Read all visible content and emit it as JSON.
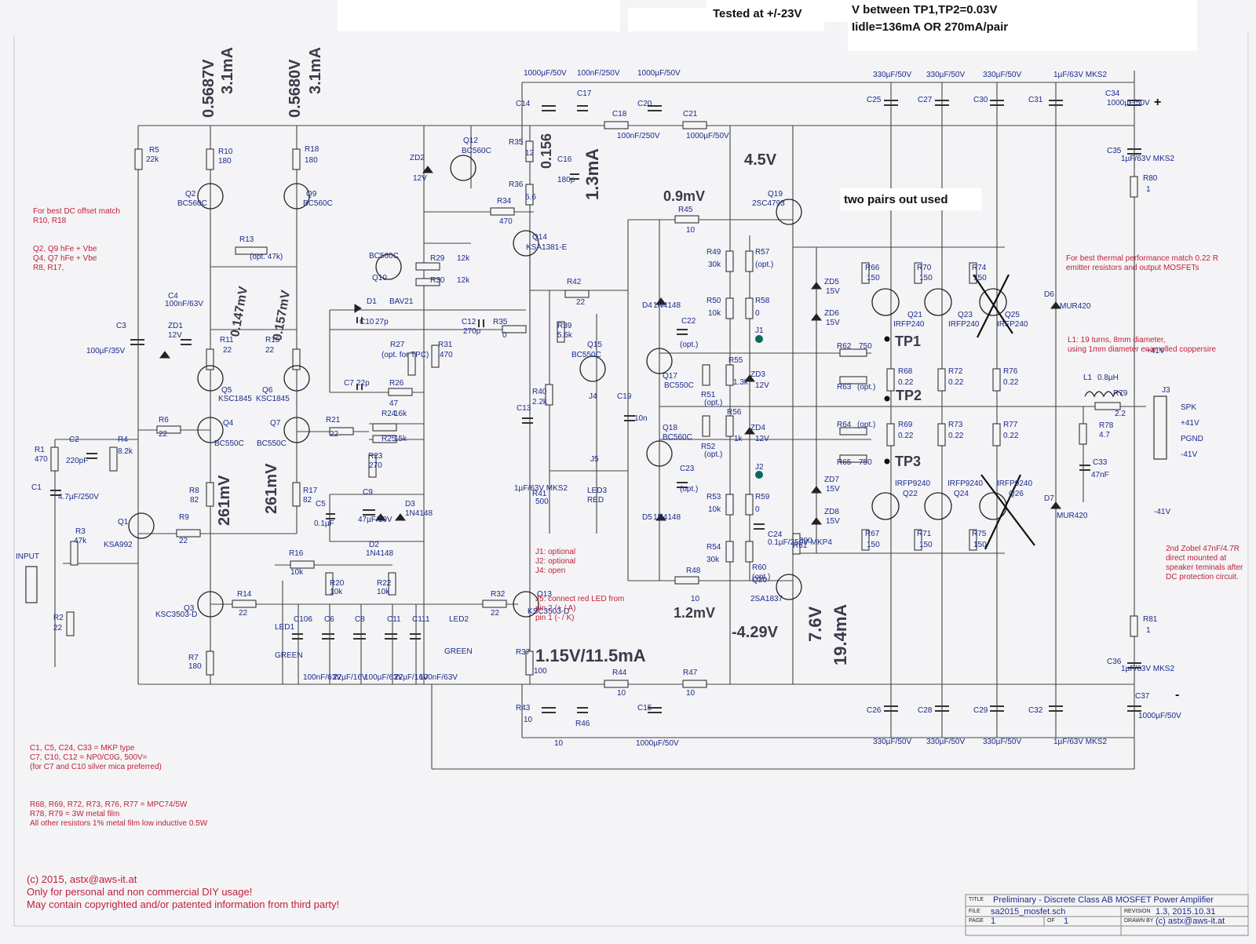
{
  "header": {
    "tested_at": "Tested at +/-23V",
    "v_between_tp": "V between TP1,TP2=0.03V",
    "idle_current": "Iidle=136mA OR 270mA/pair",
    "two_pairs": "two pairs out used"
  },
  "notes": {
    "dc_offset": [
      "For best DC offset match",
      "",
      "R10, R18",
      "Q2, Q9 hFe + Vbe",
      "Q4, Q7 hFe + Vbe",
      "R8, R17,"
    ],
    "thermal": [
      "For best thermal performance match 0.22 R",
      "emitter resistors and output MOSFETs"
    ],
    "coil": [
      "L1: 19 turns, 8mm diameter,",
      "using 1mm diameter enamelled coppersire"
    ],
    "zobel": [
      "2nd Zobel 47nF/4.7R",
      "direct mounted at",
      "speaker teminals after",
      "DC protection circuit."
    ],
    "jumpers": [
      "J1: optional",
      "J2: optional",
      "J4: open",
      "J5: connect red LED from",
      "pin 2 (+ / A)",
      "pin 1 (- / K)"
    ],
    "caps": [
      "C1, C5, C24, C33 = MKP type",
      "",
      "C7, C10, C12 = NP0/C0G, 500V=",
      "(for C7 and C10 silver mica preferred)"
    ],
    "resistors": [
      "R68, R69, R72, R73, R76, R77 = MPC74/5W",
      "R78, R79 = 3W metal film",
      "All other resistors 1% metal film low inductive 0.5W"
    ],
    "copyright": [
      "(c) 2015, astx@aws-it.at",
      "Only for personal and non commercial DIY usage!",
      "May contain copyrighted and/or patented information from third party!"
    ]
  },
  "handwritten": {
    "q2_v": "0.5687V",
    "q2_i": "3.1mA",
    "q9_v": "0.5680V",
    "q9_i": "3.1mA",
    "q5_v": "0.147mV",
    "q6_v": "0.157mV",
    "r8_v": "261mV",
    "r17_v": "261mV",
    "q14_v": "0.156",
    "q14_i": "1.3mA",
    "q19_v": "4.5V",
    "r45_v": "0.9mV",
    "r37_v": "1.15V/11.5mA",
    "r48_v": "1.2mV",
    "q20_v": "-4.29V",
    "q20_i": "7.6V",
    "q20_i2": "19.4mA",
    "tp1": "TP1",
    "tp2": "TP2",
    "tp3": "TP3"
  },
  "connector": {
    "name": "J3",
    "pins": [
      "SPK",
      "+41V",
      "PGND",
      "-41V"
    ]
  },
  "rails": {
    "pos": "+41V",
    "neg": "-41V",
    "plus_sign": "+",
    "minus_sign": "-"
  },
  "title_block": {
    "title_label": "TITLE",
    "title": "Preliminary - Discrete Class AB MOSFET Power Amplifier",
    "file_label": "FILE",
    "file": "sa2015_mosfet.sch",
    "revision_label": "REVISION",
    "revision": "1.3, 2015.10.31",
    "page_label": "PAGE",
    "page": "1",
    "of_label": "OF",
    "of": "1",
    "drawn_label": "DRAWN BY",
    "drawn": "(c) astx@aws-it.at"
  },
  "components": [
    {
      "t": "INPUT"
    },
    {
      "t": "R1"
    },
    {
      "t": "470"
    },
    {
      "t": "C2"
    },
    {
      "t": "220pF"
    },
    {
      "t": "R4"
    },
    {
      "t": "8.2k"
    },
    {
      "t": "C1"
    },
    {
      "t": "4.7µF/250V"
    },
    {
      "t": "R3"
    },
    {
      "t": "47k"
    },
    {
      "t": "R2"
    },
    {
      "t": "22"
    },
    {
      "t": "Q1"
    },
    {
      "t": "KSA992"
    },
    {
      "t": "R9"
    },
    {
      "t": "22"
    },
    {
      "t": "R5"
    },
    {
      "t": "22k"
    },
    {
      "t": "C3"
    },
    {
      "t": "100µF/35V"
    },
    {
      "t": "ZD1"
    },
    {
      "t": "12V"
    },
    {
      "t": "C4"
    },
    {
      "t": "100nF/63V"
    },
    {
      "t": "R10"
    },
    {
      "t": "180"
    },
    {
      "t": "Q2"
    },
    {
      "t": "BC560C"
    },
    {
      "t": "R18"
    },
    {
      "t": "180"
    },
    {
      "t": "Q9"
    },
    {
      "t": "BC560C"
    },
    {
      "t": "R13"
    },
    {
      "t": "(opt. 47k)"
    },
    {
      "t": "R11"
    },
    {
      "t": "22"
    },
    {
      "t": "R15"
    },
    {
      "t": "22"
    },
    {
      "t": "Q5"
    },
    {
      "t": "KSC1845"
    },
    {
      "t": "Q6"
    },
    {
      "t": "KSC1845"
    },
    {
      "t": "R6"
    },
    {
      "t": "22"
    },
    {
      "t": "Q4"
    },
    {
      "t": "BC550C"
    },
    {
      "t": "Q7"
    },
    {
      "t": "BC550C"
    },
    {
      "t": "R21"
    },
    {
      "t": "22"
    },
    {
      "t": "R8"
    },
    {
      "t": "82"
    },
    {
      "t": "R17"
    },
    {
      "t": "82"
    },
    {
      "t": "Q3"
    },
    {
      "t": "KSC3503-D"
    },
    {
      "t": "R14"
    },
    {
      "t": "22"
    },
    {
      "t": "R7"
    },
    {
      "t": "180"
    },
    {
      "t": "LED1"
    },
    {
      "t": "GREEN"
    },
    {
      "t": "R16"
    },
    {
      "t": "10k"
    },
    {
      "t": "R20"
    },
    {
      "t": "10k"
    },
    {
      "t": "R22"
    },
    {
      "t": "10k"
    },
    {
      "t": "C106"
    },
    {
      "t": "C6"
    },
    {
      "t": "C8"
    },
    {
      "t": "C11"
    },
    {
      "t": "C111"
    },
    {
      "t": "100nF/63V"
    },
    {
      "t": "22µF/16V"
    },
    {
      "t": "100µF/63V"
    },
    {
      "t": "22µF/16V"
    },
    {
      "t": "100nF/63V"
    },
    {
      "t": "D1"
    },
    {
      "t": "BAV21"
    },
    {
      "t": "C10"
    },
    {
      "t": "27p"
    },
    {
      "t": "C12"
    },
    {
      "t": "270p"
    },
    {
      "t": "R35"
    },
    {
      "t": "0"
    },
    {
      "t": "R27"
    },
    {
      "t": "(opt. for TPC)"
    },
    {
      "t": "R31"
    },
    {
      "t": "470"
    },
    {
      "t": "C7"
    },
    {
      "t": "22p"
    },
    {
      "t": "R26"
    },
    {
      "t": "47"
    },
    {
      "t": "R24"
    },
    {
      "t": "16k"
    },
    {
      "t": "R25"
    },
    {
      "t": "15k"
    },
    {
      "t": "R23"
    },
    {
      "t": "270"
    },
    {
      "t": "C5"
    },
    {
      "t": "0.1µF"
    },
    {
      "t": "C9"
    },
    {
      "t": "47µF/10V"
    },
    {
      "t": "D3"
    },
    {
      "t": "1N4148"
    },
    {
      "t": "D2"
    },
    {
      "t": "1N4148"
    },
    {
      "t": "Q10"
    },
    {
      "t": "BC560C"
    },
    {
      "t": "R29"
    },
    {
      "t": "12k"
    },
    {
      "t": "R30"
    },
    {
      "t": "12k"
    },
    {
      "t": "ZD2"
    },
    {
      "t": "12V"
    },
    {
      "t": "Q12"
    },
    {
      "t": "BC560C"
    },
    {
      "t": "R35"
    },
    {
      "t": "12"
    },
    {
      "t": "R36"
    },
    {
      "t": "5.6"
    },
    {
      "t": "C16"
    },
    {
      "t": "180p"
    },
    {
      "t": "R34"
    },
    {
      "t": "470"
    },
    {
      "t": "Q14"
    },
    {
      "t": "KSA1381-E"
    },
    {
      "t": "R32"
    },
    {
      "t": "22"
    },
    {
      "t": "Q13"
    },
    {
      "t": "KSC3503-D"
    },
    {
      "t": "R37"
    },
    {
      "t": "100"
    },
    {
      "t": "LED2"
    },
    {
      "t": "GREEN"
    },
    {
      "t": "C14"
    },
    {
      "t": "1000µF/50V"
    },
    {
      "t": "C17"
    },
    {
      "t": "100nF/250V"
    },
    {
      "t": "C20"
    },
    {
      "t": "1000µF/50V"
    },
    {
      "t": "R43"
    },
    {
      "t": "10"
    },
    {
      "t": "R46"
    },
    {
      "t": "10"
    },
    {
      "t": "C15"
    },
    {
      "t": "1000µF/50V"
    },
    {
      "t": "C18"
    },
    {
      "t": "100nF/250V"
    },
    {
      "t": "C21"
    },
    {
      "t": "1000µF/50V"
    },
    {
      "t": "R44"
    },
    {
      "t": "10"
    },
    {
      "t": "R47"
    },
    {
      "t": "10"
    },
    {
      "t": "R42"
    },
    {
      "t": "22"
    },
    {
      "t": "R39"
    },
    {
      "t": "5.6k"
    },
    {
      "t": "Q15"
    },
    {
      "t": "BC550C"
    },
    {
      "t": "R40"
    },
    {
      "t": "2.2k"
    },
    {
      "t": "J4"
    },
    {
      "t": "C13"
    },
    {
      "t": "1µF/63V MKS2"
    },
    {
      "t": "R41"
    },
    {
      "t": "500"
    },
    {
      "t": "J5"
    },
    {
      "t": "LED3"
    },
    {
      "t": "RED"
    },
    {
      "t": "C19"
    },
    {
      "t": "10n"
    },
    {
      "t": "R45"
    },
    {
      "t": "10"
    },
    {
      "t": "D4"
    },
    {
      "t": "1N4148"
    },
    {
      "t": "D5"
    },
    {
      "t": "1N4148"
    },
    {
      "t": "C22"
    },
    {
      "t": "(opt.)"
    },
    {
      "t": "C23"
    },
    {
      "t": "(opt.)"
    },
    {
      "t": "Q17"
    },
    {
      "t": "BC550C"
    },
    {
      "t": "Q18"
    },
    {
      "t": "BC560C"
    },
    {
      "t": "R51"
    },
    {
      "t": "(opt.)"
    },
    {
      "t": "R52"
    },
    {
      "t": "(opt.)"
    },
    {
      "t": "R55"
    },
    {
      "t": "1.3k"
    },
    {
      "t": "R56"
    },
    {
      "t": "1k"
    },
    {
      "t": "R49"
    },
    {
      "t": "30k"
    },
    {
      "t": "R57"
    },
    {
      "t": "(opt.)"
    },
    {
      "t": "R50"
    },
    {
      "t": "10k"
    },
    {
      "t": "R58"
    },
    {
      "t": "0"
    },
    {
      "t": "J1"
    },
    {
      "t": "J2"
    },
    {
      "t": "ZD3"
    },
    {
      "t": "12V"
    },
    {
      "t": "ZD4"
    },
    {
      "t": "12V"
    },
    {
      "t": "R53"
    },
    {
      "t": "10k"
    },
    {
      "t": "R59"
    },
    {
      "t": "0"
    },
    {
      "t": "R54"
    },
    {
      "t": "30k"
    },
    {
      "t": "R60"
    },
    {
      "t": "(opt.)"
    },
    {
      "t": "C24"
    },
    {
      "t": "0.1µF/250V MKP4"
    },
    {
      "t": "R61"
    },
    {
      "t": "390"
    },
    {
      "t": "R48"
    },
    {
      "t": "10"
    },
    {
      "t": "Q19"
    },
    {
      "t": "2SC4793"
    },
    {
      "t": "Q20"
    },
    {
      "t": "2SA1837"
    },
    {
      "t": "ZD5"
    },
    {
      "t": "15V"
    },
    {
      "t": "ZD6"
    },
    {
      "t": "15V"
    },
    {
      "t": "ZD7"
    },
    {
      "t": "15V"
    },
    {
      "t": "ZD8"
    },
    {
      "t": "15V"
    },
    {
      "t": "R62"
    },
    {
      "t": "750"
    },
    {
      "t": "R63"
    },
    {
      "t": "(opt.)"
    },
    {
      "t": "R64"
    },
    {
      "t": "(opt.)"
    },
    {
      "t": "R65"
    },
    {
      "t": "750"
    },
    {
      "t": "R66"
    },
    {
      "t": "150"
    },
    {
      "t": "R70"
    },
    {
      "t": "150"
    },
    {
      "t": "R74"
    },
    {
      "t": "150"
    },
    {
      "t": "Q21"
    },
    {
      "t": "IRFP240"
    },
    {
      "t": "Q23"
    },
    {
      "t": "IRFP240"
    },
    {
      "t": "Q25"
    },
    {
      "t": "IRFP240"
    },
    {
      "t": "R68"
    },
    {
      "t": "0.22"
    },
    {
      "t": "R72"
    },
    {
      "t": "0.22"
    },
    {
      "t": "R76"
    },
    {
      "t": "0.22"
    },
    {
      "t": "R69"
    },
    {
      "t": "0.22"
    },
    {
      "t": "R73"
    },
    {
      "t": "0.22"
    },
    {
      "t": "R77"
    },
    {
      "t": "0.22"
    },
    {
      "t": "Q22"
    },
    {
      "t": "IRFP9240"
    },
    {
      "t": "Q24"
    },
    {
      "t": "IRFP9240"
    },
    {
      "t": "Q26"
    },
    {
      "t": "IRFP9240"
    },
    {
      "t": "R67"
    },
    {
      "t": "150"
    },
    {
      "t": "R71"
    },
    {
      "t": "150"
    },
    {
      "t": "R75"
    },
    {
      "t": "150"
    },
    {
      "t": "C25"
    },
    {
      "t": "330µF/50V"
    },
    {
      "t": "C27"
    },
    {
      "t": "330µF/50V"
    },
    {
      "t": "C30"
    },
    {
      "t": "330µF/50V"
    },
    {
      "t": "C31"
    },
    {
      "t": "1µF/63V MKS2"
    },
    {
      "t": "C34"
    },
    {
      "t": "1000µF/50V"
    },
    {
      "t": "C35"
    },
    {
      "t": "1µF/63V MKS2"
    },
    {
      "t": "R80"
    },
    {
      "t": "1"
    },
    {
      "t": "C26"
    },
    {
      "t": "330µF/50V"
    },
    {
      "t": "C28"
    },
    {
      "t": "330µF/50V"
    },
    {
      "t": "C29"
    },
    {
      "t": "330µF/50V"
    },
    {
      "t": "C32"
    },
    {
      "t": "1µF/63V MKS2"
    },
    {
      "t": "C37"
    },
    {
      "t": "1000µF/50V"
    },
    {
      "t": "C36"
    },
    {
      "t": "1µF/63V MKS2"
    },
    {
      "t": "R81"
    },
    {
      "t": "1"
    },
    {
      "t": "D6"
    },
    {
      "t": "MUR420"
    },
    {
      "t": "D7"
    },
    {
      "t": "MUR420"
    },
    {
      "t": "L1"
    },
    {
      "t": "0.8µH"
    },
    {
      "t": "R79"
    },
    {
      "t": "2.2"
    },
    {
      "t": "R78"
    },
    {
      "t": "4.7"
    },
    {
      "t": "C33"
    },
    {
      "t": "47nF"
    }
  ]
}
